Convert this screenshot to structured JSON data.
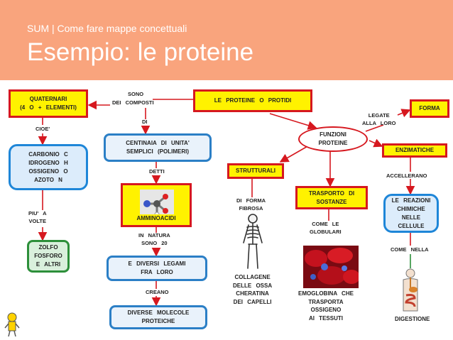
{
  "header": {
    "subtitle": "SUM | Come fare mappe concettuali",
    "title": "Esempio: le proteine"
  },
  "nodes": {
    "proteine": "LE  PROTEINE  O  PROTIDI",
    "quaternari": "QUATERNARI\n(4  O  +  ELEMENTI)",
    "centinaia": "CENTINAIA  DI  UNITA'\nSEMPLICI  (POLIMERI)",
    "funzioni": "FUNZIONI\nPROTEINE",
    "forma": "FORMA",
    "enzimatiche": "ENZIMATICHE",
    "carbonio": "CARBONIO  C\nIDROGENO  H\nOSSIGENO  O\nAZOTO  N",
    "strutturali": "STRUTTURALI",
    "trasporto": "TRASPORTO  DI\nSOSTANZE",
    "reazioni": "LE  REAZIONI\nCHIMICHE\nNELLE\nCELLULE",
    "amminoacidi": "AMMINOACIDI",
    "zolfo": "ZOLFO\nFOSFORO\nE  ALTRI",
    "diversi": "E  DIVERSI  LEGAMI\nFRA  LORO",
    "molecole": "DIVERSE  MOLECOLE\nPROTEICHE"
  },
  "labels": {
    "sono": "SONO",
    "dei_composti": "DEI  COMPOSTI",
    "di": "DI",
    "cioe": "CIOE'",
    "legate": "LEGATE\nALLA  LORO",
    "detti": "DETTI",
    "accellerano": "ACCELLERANO",
    "di_forma": "DI  FORMA\nFIBROSA",
    "come_le": "COME  LE\nGLOBULARI",
    "piu_volte": "PIU'  A\nVOLTE",
    "in_natura": "IN  NATURA\nSONO  20",
    "come_nella": "COME  NELLA",
    "creano": "CREANO",
    "collagene": "COLLAGENE\nDELLE  OSSA\nCHERATINA\nDEI  CAPELLI",
    "emoglobina": "EMOGLOBINA  CHE\nTRASPORTA\nOSSIGENO\nAI  TESSUTI",
    "digestione": "DIGESTIONE"
  },
  "colors": {
    "header_bg": "#f9a47d",
    "arrow": "#d6181f"
  }
}
